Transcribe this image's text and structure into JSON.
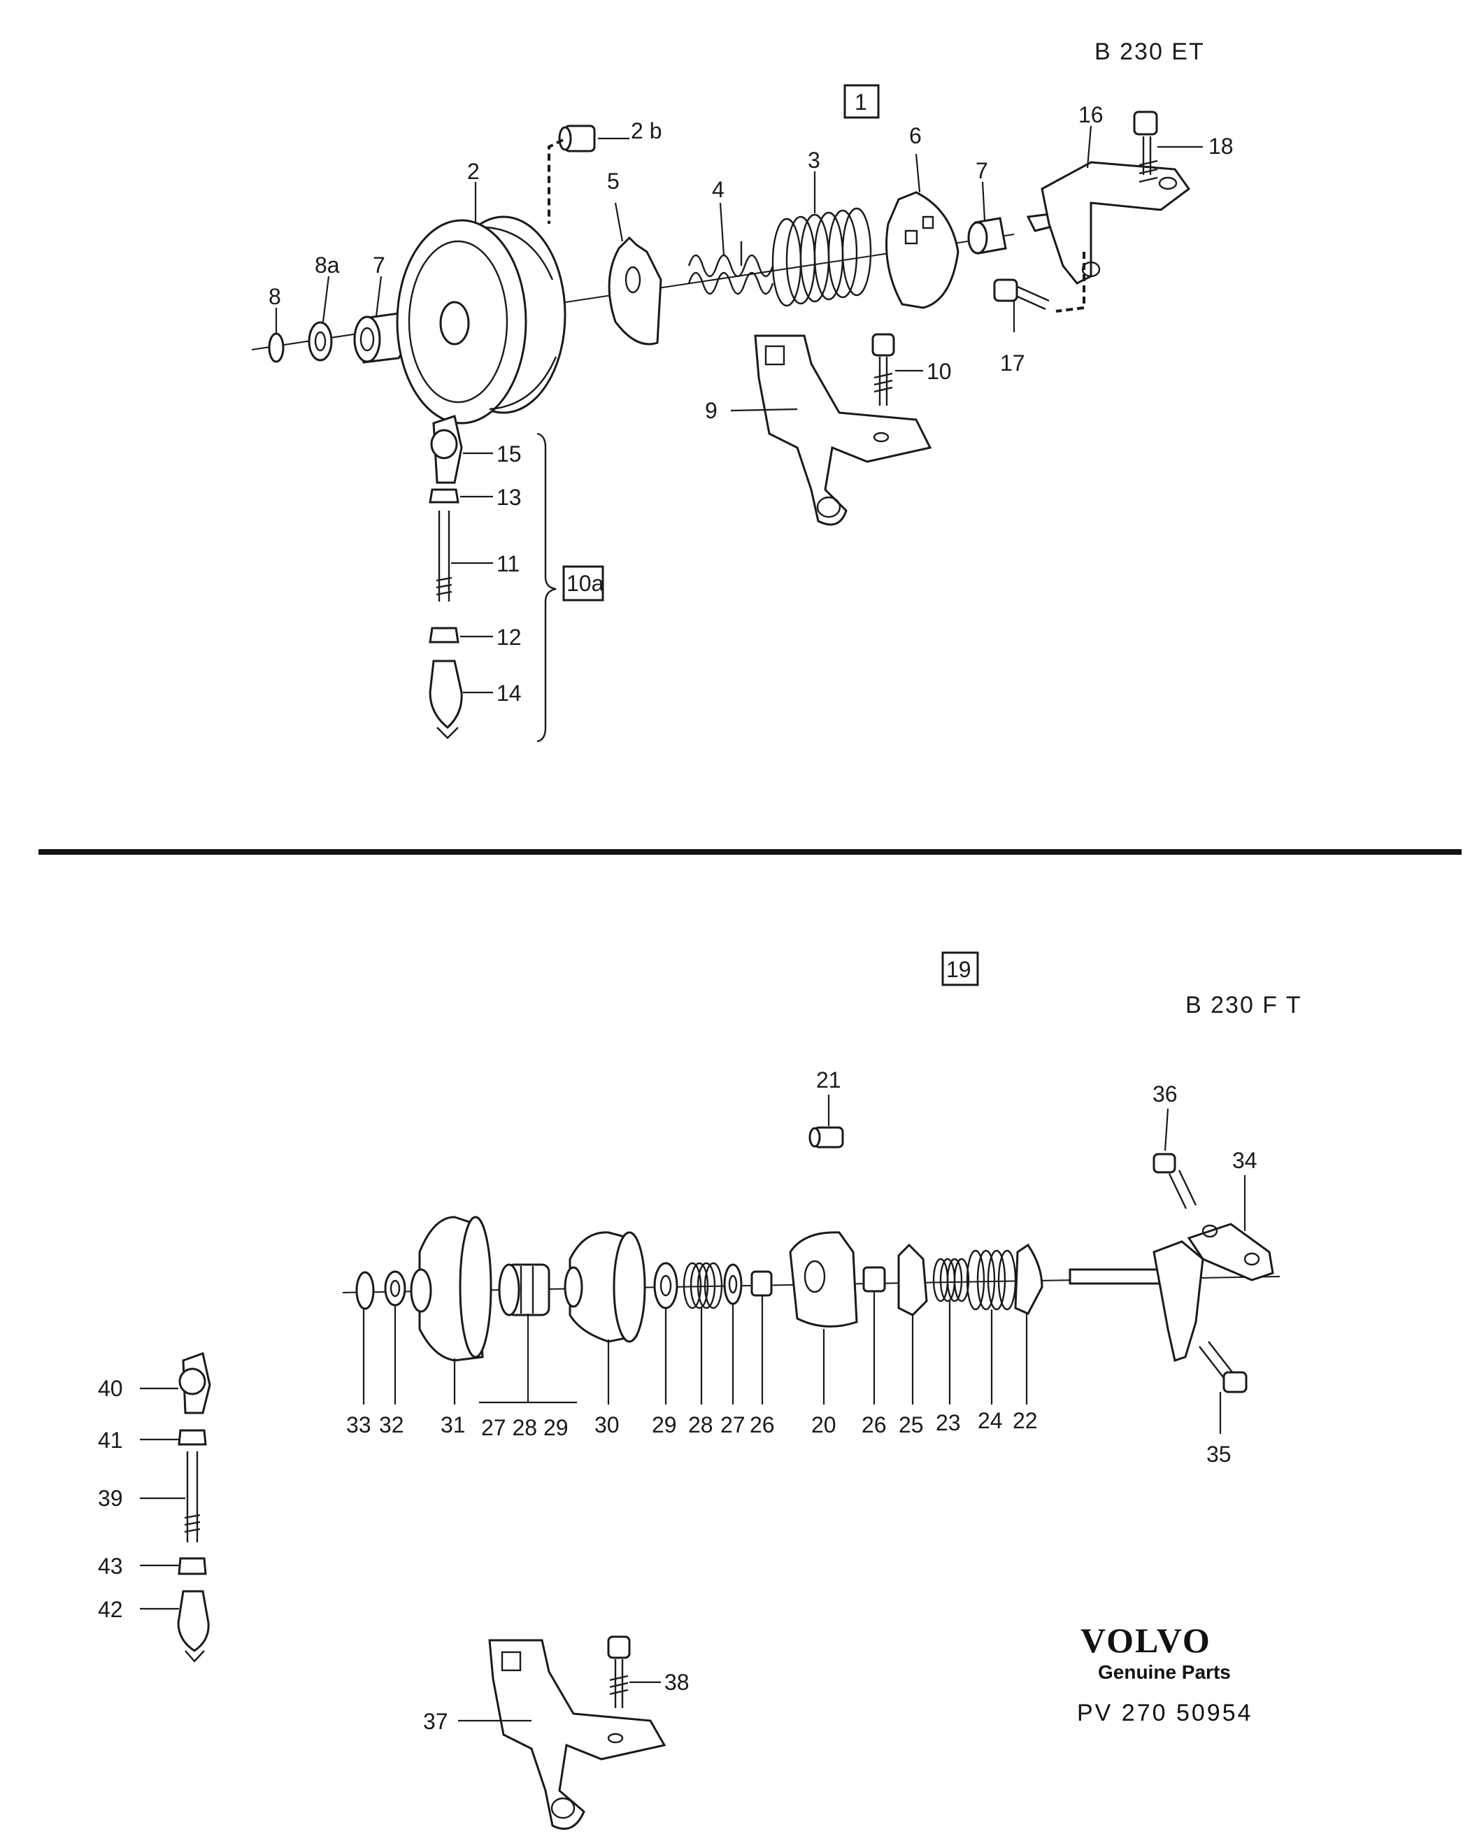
{
  "header": {
    "model_top": "B 230 ET",
    "model_bottom": "B 230 F T"
  },
  "group_boxes": [
    "1",
    "10a",
    "19"
  ],
  "callouts_top": [
    "2 b",
    "2",
    "5",
    "4",
    "3",
    "6",
    "7",
    "16",
    "18",
    "8a",
    "8",
    "7",
    "10",
    "17",
    "9",
    "15",
    "13",
    "11",
    "12",
    "14"
  ],
  "callouts_bottom": [
    "21",
    "36",
    "34",
    "33",
    "32",
    "31",
    "27 28 29",
    "30",
    "29",
    "28",
    "27",
    "26",
    "20",
    "26",
    "25",
    "23",
    "24",
    "22",
    "35",
    "40",
    "41",
    "39",
    "43",
    "42",
    "38",
    "37"
  ],
  "brand": {
    "name": "VOLVO",
    "tagline": "Genuine Parts",
    "part_number": "PV  270  50954"
  }
}
